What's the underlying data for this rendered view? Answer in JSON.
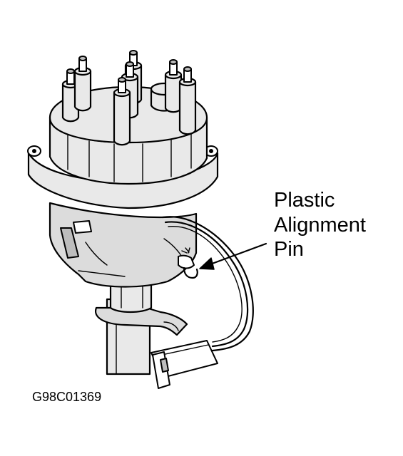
{
  "callout": {
    "line1": "Plastic",
    "line2": "Alignment",
    "line3": "Pin"
  },
  "figure_code": "G98C01369",
  "colors": {
    "ink": "#000000",
    "shade": "#dcdcdc",
    "background": "#ffffff"
  }
}
